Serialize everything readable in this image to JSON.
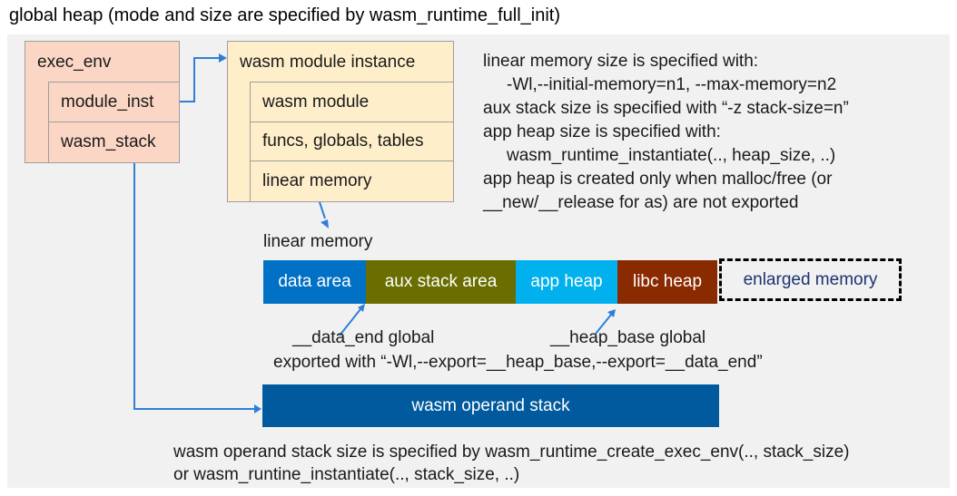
{
  "title": "global heap (mode and size are specified by wasm_runtime_full_init)",
  "exec_env": {
    "title": "exec_env",
    "rows": [
      "module_inst",
      "wasm_stack"
    ]
  },
  "module_instance": {
    "title": "wasm module instance",
    "rows": [
      "wasm module",
      "funcs, globals, tables",
      "linear memory"
    ]
  },
  "notes_right": {
    "lines": [
      "linear memory size is specified with:",
      "-Wl,--initial-memory=n1, --max-memory=n2",
      "aux stack size is specified with “-z stack-size=n”",
      "app heap size is specified with:",
      "wasm_runtime_instantiate(.., heap_size, ..)",
      "app heap is created only when malloc/free (or",
      "__new/__release for as) are not exported"
    ]
  },
  "linear_memory": {
    "label": "linear memory",
    "segments": [
      {
        "label": "data area",
        "color": "#0071c5"
      },
      {
        "label": "aux stack area",
        "color": "#6a6e00"
      },
      {
        "label": "app heap",
        "color": "#00b1ed"
      },
      {
        "label": "libc heap",
        "color": "#8a2a00"
      }
    ],
    "enlarged": {
      "label": "enlarged memory",
      "text_color": "#1c336e"
    }
  },
  "globals": {
    "data_end": "__data_end global",
    "heap_base": "__heap_base global",
    "exported": "exported with “-Wl,--export=__heap_base,--export=__data_end”"
  },
  "operand_stack": {
    "label": "wasm operand stack",
    "color": "#005a9d"
  },
  "notes_bottom": {
    "lines": [
      "wasm operand stack size is specified by wasm_runtime_create_exec_env(.., stack_size)",
      "or wasm_runtine_instantiate(.., stack_size, ..)"
    ]
  },
  "colors": {
    "panel_bg": "#f1f1f2",
    "exec_env_box": "#fbd6c5",
    "module_instance_box": "#feeeca",
    "box_border": "#9e9e9e",
    "connector": "#2e7fd6"
  }
}
